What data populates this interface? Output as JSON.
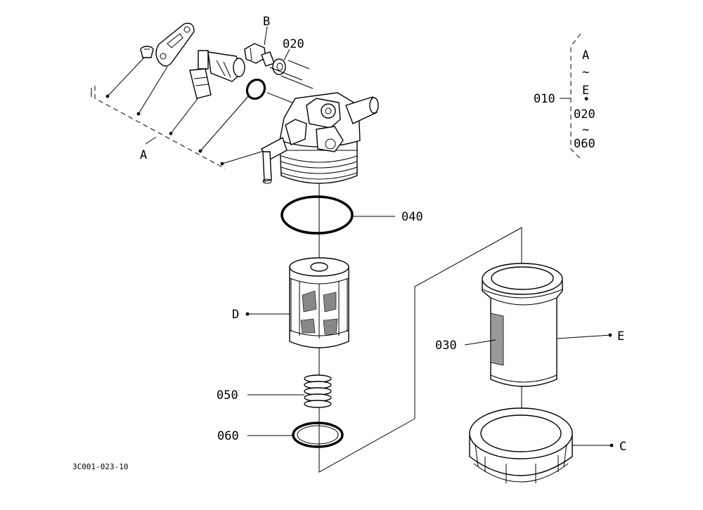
{
  "labels": {
    "A_bottom": "A",
    "B": "B",
    "p020_top": "020",
    "p040": "040",
    "D": "D",
    "p050": "050",
    "p060": "060",
    "p030": "030",
    "E": "E",
    "C": "C",
    "p010": "010"
  },
  "bracket": {
    "line1": "A",
    "tilde1": "~",
    "line2": "E",
    "bullet": "•",
    "line3": "020",
    "tilde2": "~",
    "line4": "060"
  },
  "figure_code": "3C001-023-10",
  "colors": {
    "ink": "#000000",
    "paper": "#ffffff"
  }
}
